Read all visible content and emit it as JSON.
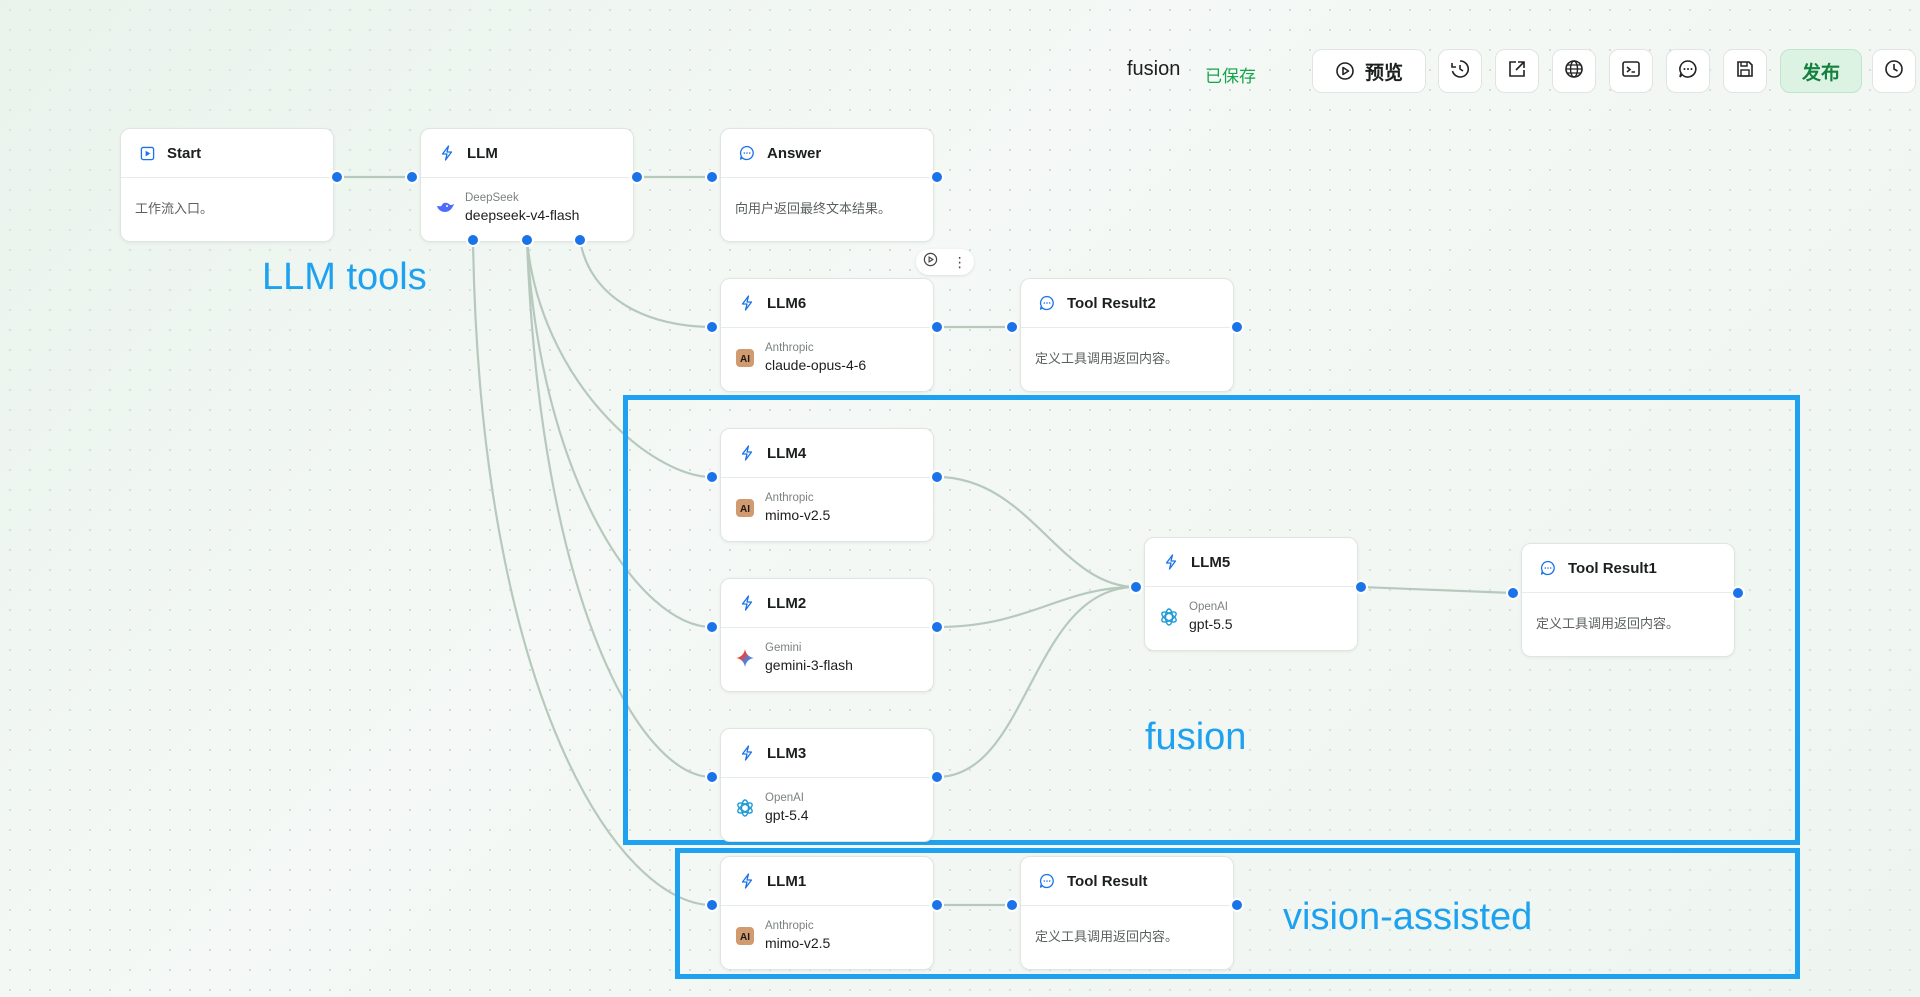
{
  "header": {
    "workflow_name": "fusion",
    "save_status": "已保存",
    "preview_label": "预览",
    "publish_label": "发布",
    "icons": [
      "history-icon",
      "export-icon",
      "globe-icon",
      "terminal-icon",
      "chat-icon",
      "save-icon",
      "clock-icon"
    ]
  },
  "nodes": {
    "start": {
      "title": "Start",
      "desc": "工作流入口。"
    },
    "llm": {
      "title": "LLM",
      "provider": "DeepSeek",
      "model": "deepseek-v4-flash"
    },
    "answer": {
      "title": "Answer",
      "desc": "向用户返回最终文本结果。"
    },
    "llm6": {
      "title": "LLM6",
      "provider": "Anthropic",
      "model": "claude-opus-4-6"
    },
    "tool_result2": {
      "title": "Tool Result2",
      "desc": "定义工具调用返回内容。"
    },
    "llm4": {
      "title": "LLM4",
      "provider": "Anthropic",
      "model": "mimo-v2.5"
    },
    "llm2": {
      "title": "LLM2",
      "provider": "Gemini",
      "model": "gemini-3-flash"
    },
    "llm3": {
      "title": "LLM3",
      "provider": "OpenAI",
      "model": "gpt-5.4"
    },
    "llm5": {
      "title": "LLM5",
      "provider": "OpenAI",
      "model": "gpt-5.5"
    },
    "tool_result1": {
      "title": "Tool Result1",
      "desc": "定义工具调用返回内容。"
    },
    "llm1": {
      "title": "LLM1",
      "provider": "Anthropic",
      "model": "mimo-v2.5"
    },
    "tool_result": {
      "title": "Tool Result",
      "desc": "定义工具调用返回内容。"
    }
  },
  "annotations": {
    "llm_tools": "LLM tools",
    "fusion": "fusion",
    "vision_assisted": "vision-assisted"
  },
  "colors": {
    "accent": "#1a73e8",
    "annotation": "#1ea2f0",
    "saved": "#16a34a",
    "edge": "#b7c9bd"
  }
}
